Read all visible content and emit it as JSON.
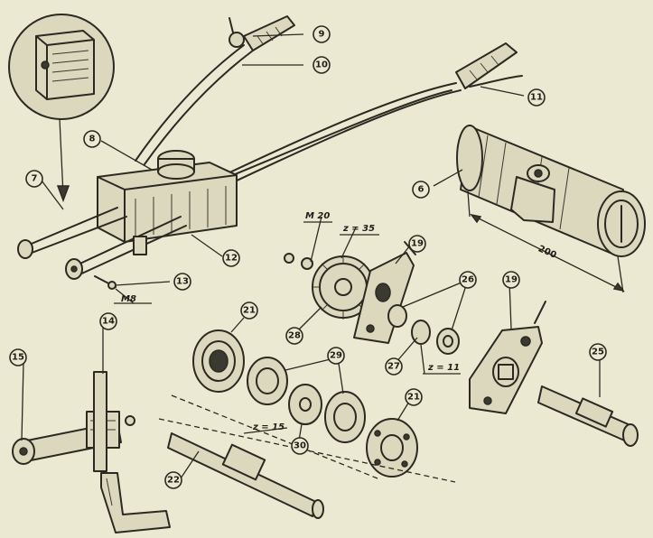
{
  "callouts": {
    "c6": "6",
    "c7": "7",
    "c8": "8",
    "c9": "9",
    "c10": "10",
    "c11": "11",
    "c12": "12",
    "c13": "13",
    "c14": "14",
    "c15": "15",
    "c19a": "19",
    "c19b": "19",
    "c21a": "21",
    "c21b": "21",
    "c22": "22",
    "c25": "25",
    "c26": "26",
    "c27": "27",
    "c28": "28",
    "c29": "29",
    "c30": "30"
  },
  "labels": {
    "m20": "M 20",
    "z35": "z = 35",
    "m8": "M8",
    "z11": "z = 11",
    "z15": "z = 15",
    "dim200": "200"
  },
  "colors": {
    "paper": "#ece9d2",
    "ink": "#2a2a22"
  }
}
